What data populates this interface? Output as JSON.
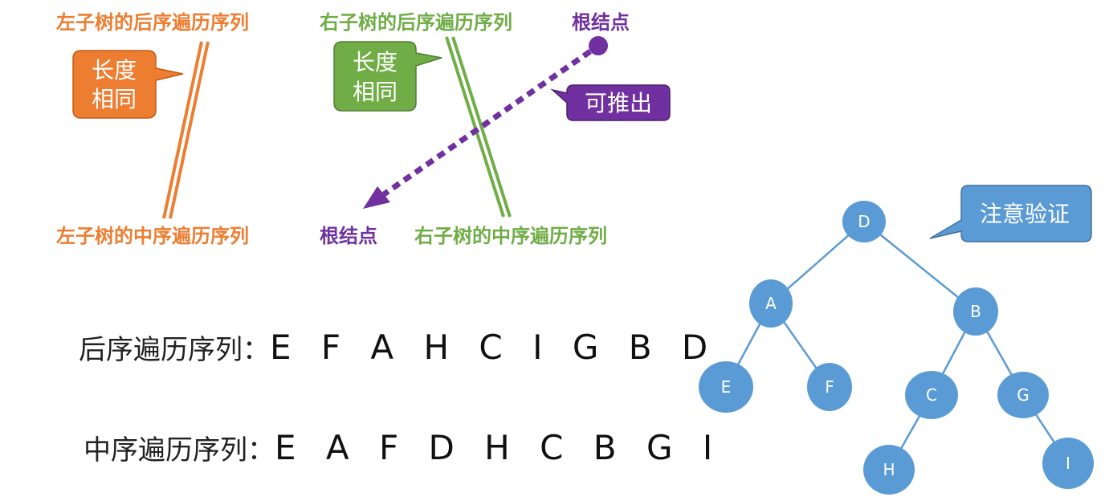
{
  "labels": {
    "left_post": "左子树的后序遍历序列",
    "right_post": "右子树的后序遍历序列",
    "root_top": "根结点",
    "left_in": "左子树的中序遍历序列",
    "root_bottom": "根结点",
    "right_in": "右子树的中序遍历序列"
  },
  "callouts": {
    "orange_line1": "长度",
    "orange_line2": "相同",
    "green_line1": "长度",
    "green_line2": "相同",
    "purple": "可推出",
    "blue": "注意验证"
  },
  "sequences": {
    "postorder_label": "后序遍历序列：",
    "postorder_value": "E F A H C I G B D",
    "inorder_label": "中序遍历序列：",
    "inorder_value": "E A F D H C B G I"
  },
  "tree": {
    "nodes": {
      "D": "D",
      "A": "A",
      "B": "B",
      "E": "E",
      "F": "F",
      "C": "C",
      "G": "G",
      "H": "H",
      "I": "I"
    }
  },
  "colors": {
    "orange": "#ED7D31",
    "green": "#70AD47",
    "purple": "#7030A0",
    "blue": "#5B9BD5"
  }
}
